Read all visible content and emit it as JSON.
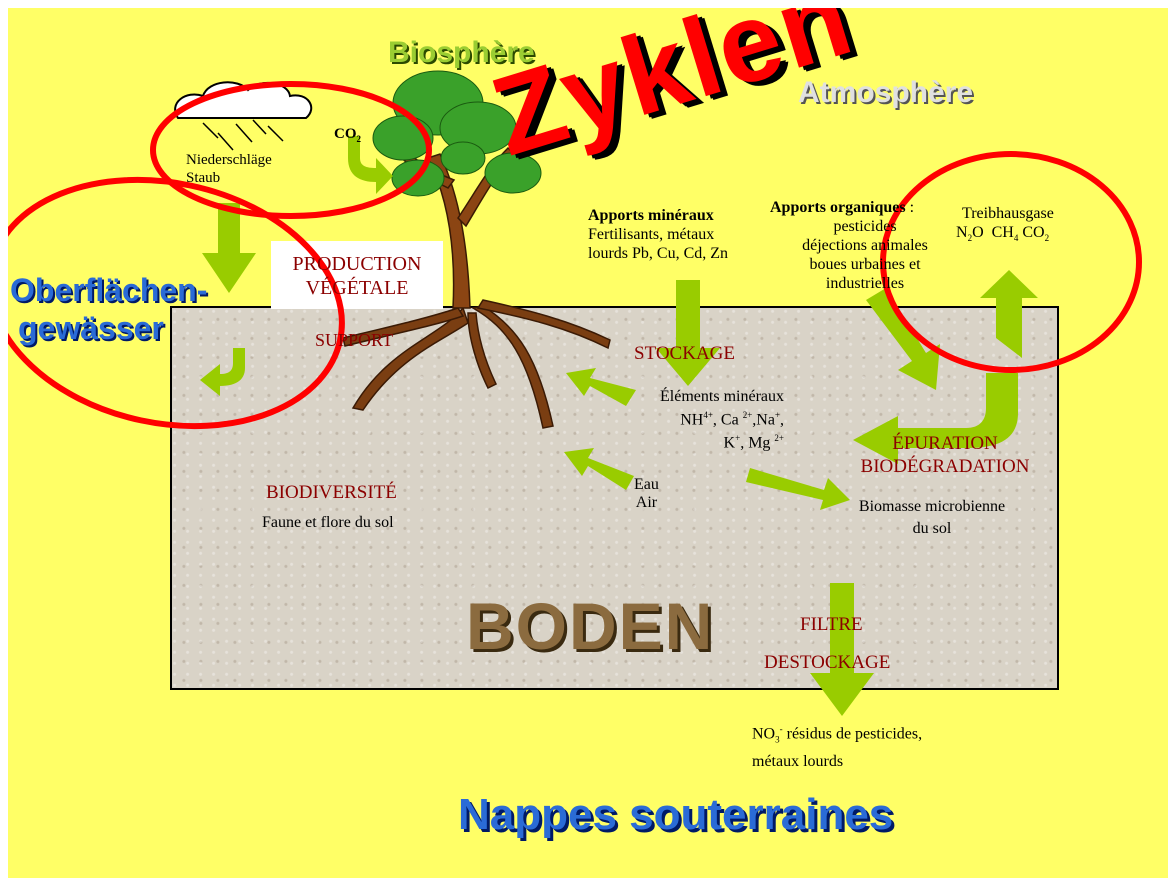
{
  "titles": {
    "zyklen": "Zyklen",
    "biosphere": "Biosphère",
    "atmosphere": "Atmosphère",
    "oberflaechen_line1": "Oberflächen-",
    "oberflaechen_line2": "gewässer",
    "nappes": "Nappes souterraines",
    "boden": "BODEN"
  },
  "labels": {
    "co2": "CO",
    "co2_sub": "2",
    "niederschlaege": "Niederschläge",
    "staub": "Staub",
    "production_line1": "PRODUCTION",
    "production_line2": "VÉGÉTALE",
    "support": "SUPPORT",
    "stockage": "STOCKAGE",
    "apports_mineraux_title": "Apports minéraux",
    "apports_mineraux_line1": "Fertilisants, métaux",
    "apports_mineraux_line2": "lourds Pb, Cu, Cd, Zn",
    "apports_organiques_title": "Apports organiques",
    "apports_organiques_colon": " :",
    "apports_organiques_line1": "pesticides",
    "apports_organiques_line2": "déjections animales",
    "apports_organiques_line3": "boues urbaines et",
    "apports_organiques_line4": "industrielles",
    "treibhausgase": "Treibhausgase",
    "elements_mineraux": "Éléments minéraux",
    "epuration": "ÉPURATION",
    "biodegradation": "BIODÉGRADATION",
    "eau": "Eau",
    "air": "Air",
    "biomasse_line1": "Biomasse microbienne",
    "biomasse_line2": "du sol",
    "biodiversite": "BIODIVERSITÉ",
    "faune_flore": "Faune et flore du sol",
    "filtre": "FILTRE",
    "destockage": "DESTOCKAGE",
    "no3_rest": " résidus de pesticides,",
    "metaux_lourds": "métaux lourds"
  },
  "colors": {
    "background": "#ffff66",
    "circle": "#ff0000",
    "arrow": "#99cc00",
    "soil": "#d9d3c7",
    "dark_red_text": "#8b0000",
    "blue_title": "#2a6bd6"
  }
}
